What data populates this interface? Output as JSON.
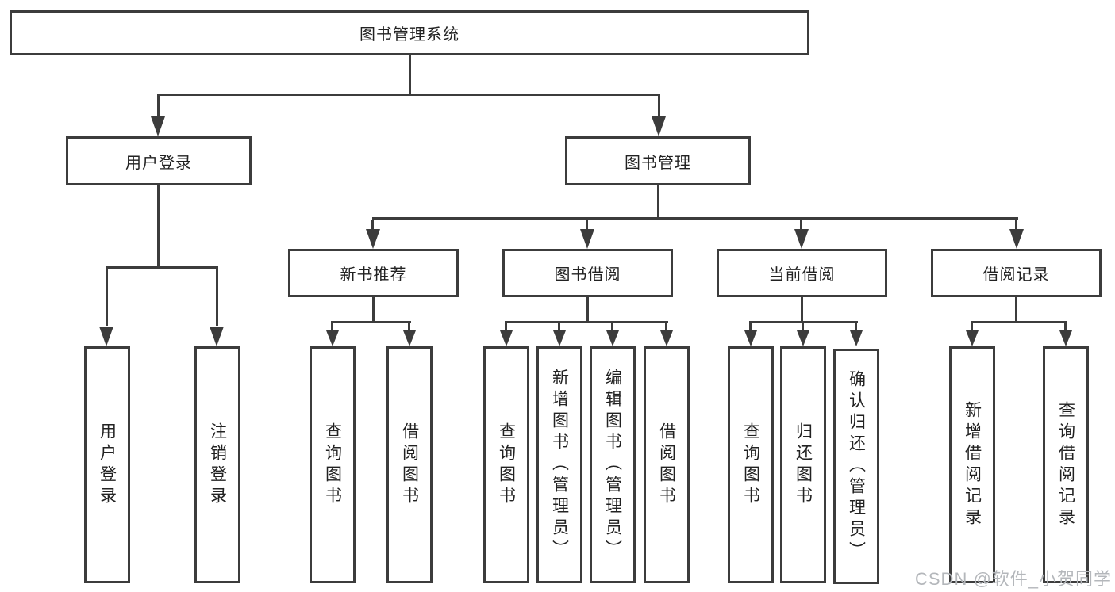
{
  "tree": {
    "root": "图书管理系统",
    "branches": [
      {
        "label": "用户登录",
        "children": [
          "用户登录",
          "注销登录"
        ]
      },
      {
        "label": "图书管理",
        "children": [
          {
            "label": "新书推荐",
            "children": [
              "查询图书",
              "借阅图书"
            ]
          },
          {
            "label": "图书借阅",
            "children": [
              "查询图书",
              "新增图书（管理员）",
              "编辑图书（管理员）",
              "借阅图书"
            ]
          },
          {
            "label": "当前借阅",
            "children": [
              "查询图书",
              "归还图书",
              "确认归还（管理员）"
            ]
          },
          {
            "label": "借阅记录",
            "children": [
              "新增借阅记录",
              "查询借阅记录"
            ]
          }
        ]
      }
    ]
  },
  "watermark": {
    "text": "CSDN @软件_小贺同学"
  },
  "colors": {
    "line": "#3c3c3c",
    "text": "#222222",
    "watermark": "#b4b7bb",
    "background": "#ffffff"
  }
}
